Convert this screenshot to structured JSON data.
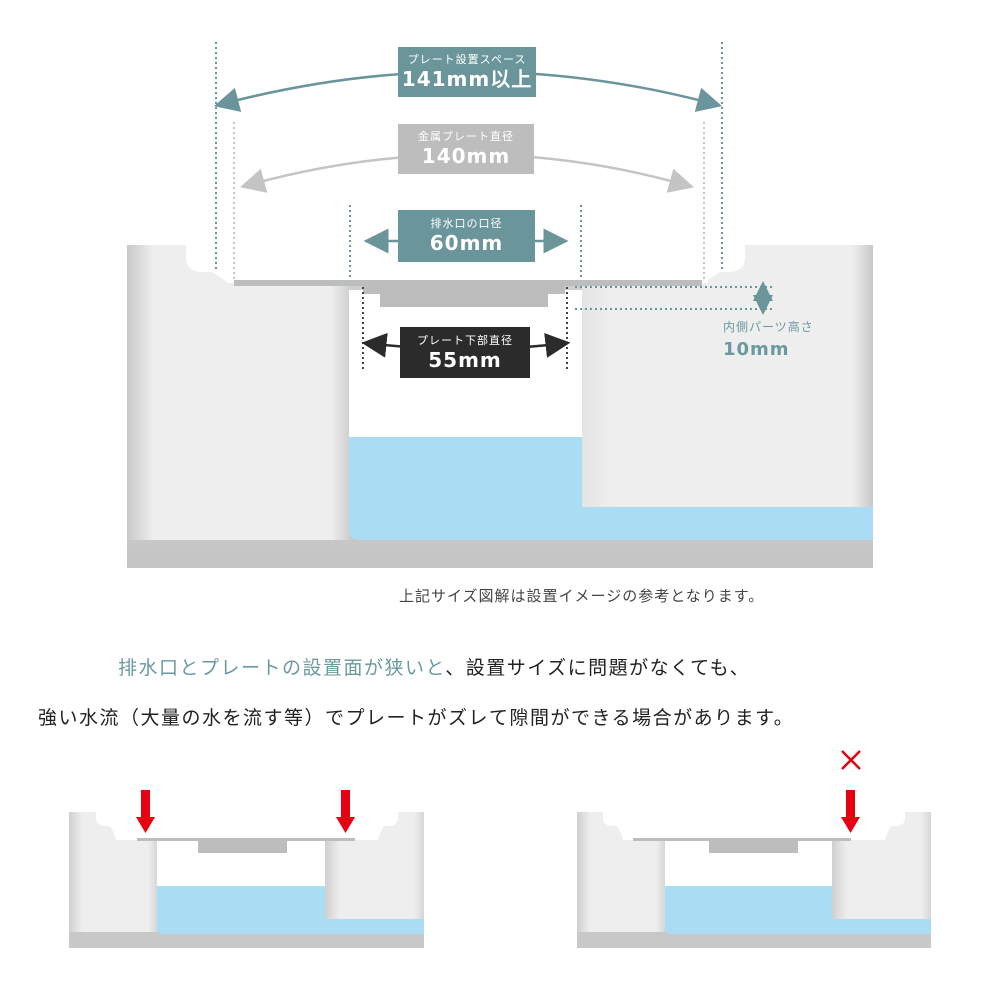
{
  "main_diagram": {
    "plate_space": {
      "caption": "プレート設置スペース",
      "value": "141mm以上",
      "color": "#6a959b"
    },
    "metal_plate_diameter": {
      "caption": "金属プレート直径",
      "value": "140mm",
      "color": "#bdbdbd"
    },
    "drain_diameter": {
      "caption": "排水口の口径",
      "value": "60mm",
      "color": "#6a959b"
    },
    "plate_bottom_diameter": {
      "caption": "プレート下部直径",
      "value": "55mm",
      "color": "#2b2b2b"
    },
    "inner_part_height": {
      "caption": "内側パーツ高さ",
      "value": "10mm",
      "color": "#6a9aa0"
    }
  },
  "note": "上記サイズ図解は設置イメージの参考となります。",
  "warning": {
    "line1_accent": "排水口とプレートの設置面が狭いと",
    "line1_rest": "、設置サイズに問題がなくても、",
    "line2": "強い水流（大量の水を流す等）でプレートがズレて隙間ができる場合があります。"
  },
  "examples": {
    "good": {
      "arrows": 2,
      "arrow_color": "#e60012"
    },
    "bad": {
      "arrows": 1,
      "mark": "×",
      "arrow_color": "#e60012"
    }
  },
  "colors": {
    "water": "#aadcf4",
    "sink_wall": "#eeeeee",
    "plate": "#bdbdbd",
    "teal": "#6a959b"
  }
}
